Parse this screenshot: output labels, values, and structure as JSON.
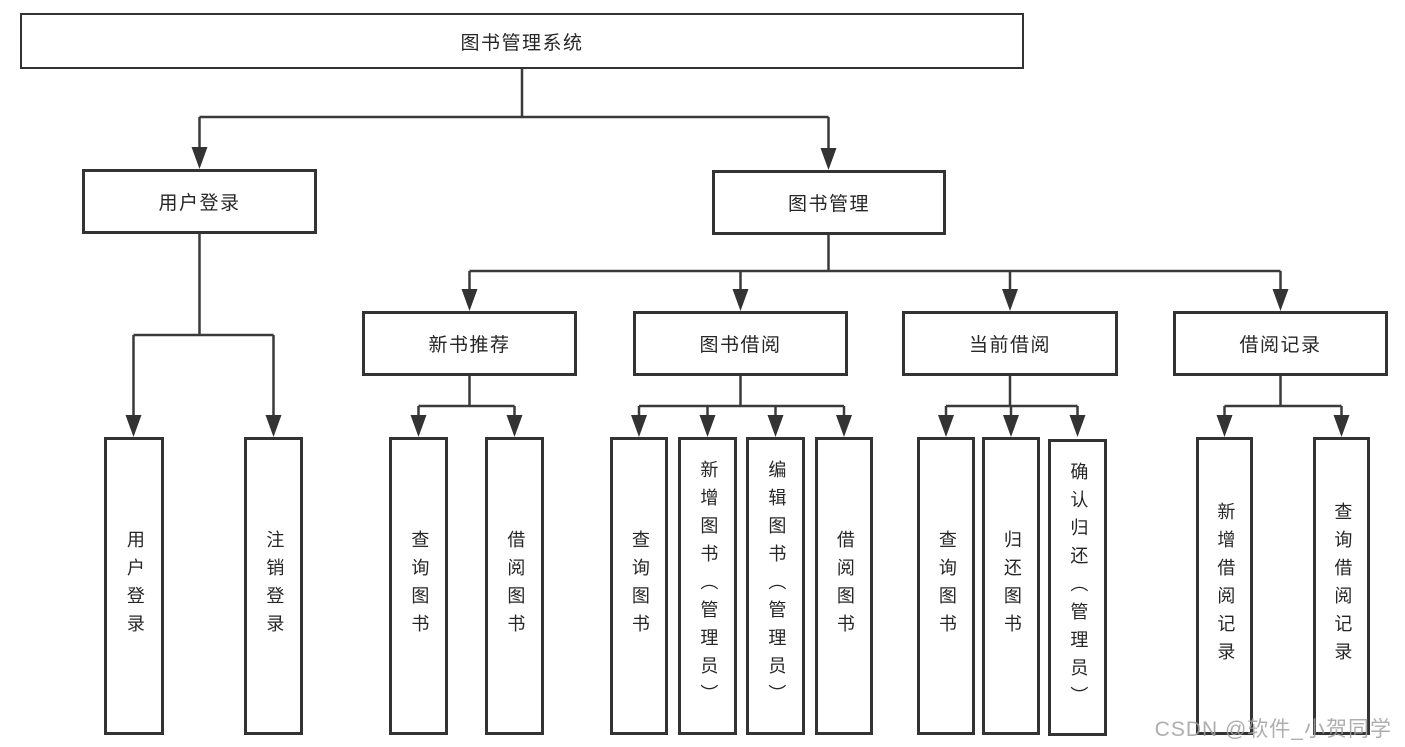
{
  "diagram": {
    "root": {
      "label": "图书管理系统"
    },
    "branches": {
      "user_login": {
        "label": "用户登录",
        "children": [
          "用户登录",
          "注销登录"
        ]
      },
      "book_mgmt": {
        "label": "图书管理",
        "sections": {
          "new_books": {
            "label": "新书推荐",
            "children": [
              "查询图书",
              "借阅图书"
            ]
          },
          "borrowing": {
            "label": "图书借阅",
            "children": [
              "查询图书",
              "新增图书（管理员）",
              "编辑图书（管理员）",
              "借阅图书"
            ]
          },
          "current": {
            "label": "当前借阅",
            "children": [
              "查询图书",
              "归还图书",
              "确认归还（管理员）"
            ]
          },
          "records": {
            "label": "借阅记录",
            "children": [
              "新增借阅记录",
              "查询借阅记录"
            ]
          }
        }
      }
    },
    "watermark": "CSDN @软件_小贺同学",
    "colors": {
      "line": "#333333",
      "box_border": "#333333",
      "text": "#262626",
      "watermark": "#a0a0a0",
      "background": "#ffffff"
    }
  }
}
